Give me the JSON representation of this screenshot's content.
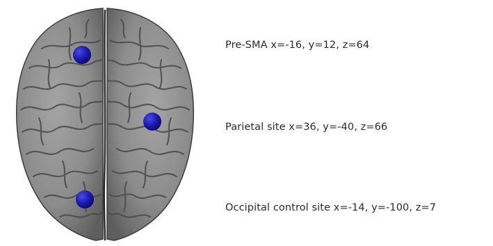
{
  "figure": {
    "view": "superior view of brain",
    "colors": {
      "background": "#ffffff",
      "cortex": "#8a8a8a",
      "marker": "#1a1aa8",
      "label_text": "#2a2a2a"
    },
    "sites": [
      {
        "name": "Pre-SMA",
        "coords": "x=-16, y=12, z=64",
        "text": "Pre-SMA  x=-16, y=12, z=64"
      },
      {
        "name": "Parietal site",
        "coords": "x=36, y=-40, z=66",
        "text": "Parietal site  x=36, y=-40, z=66"
      },
      {
        "name": "Occipital control site",
        "coords": "x=-14, y=-100, z=7",
        "text": "Occipital control site  x=-14, y=-100, z=7"
      }
    ]
  }
}
